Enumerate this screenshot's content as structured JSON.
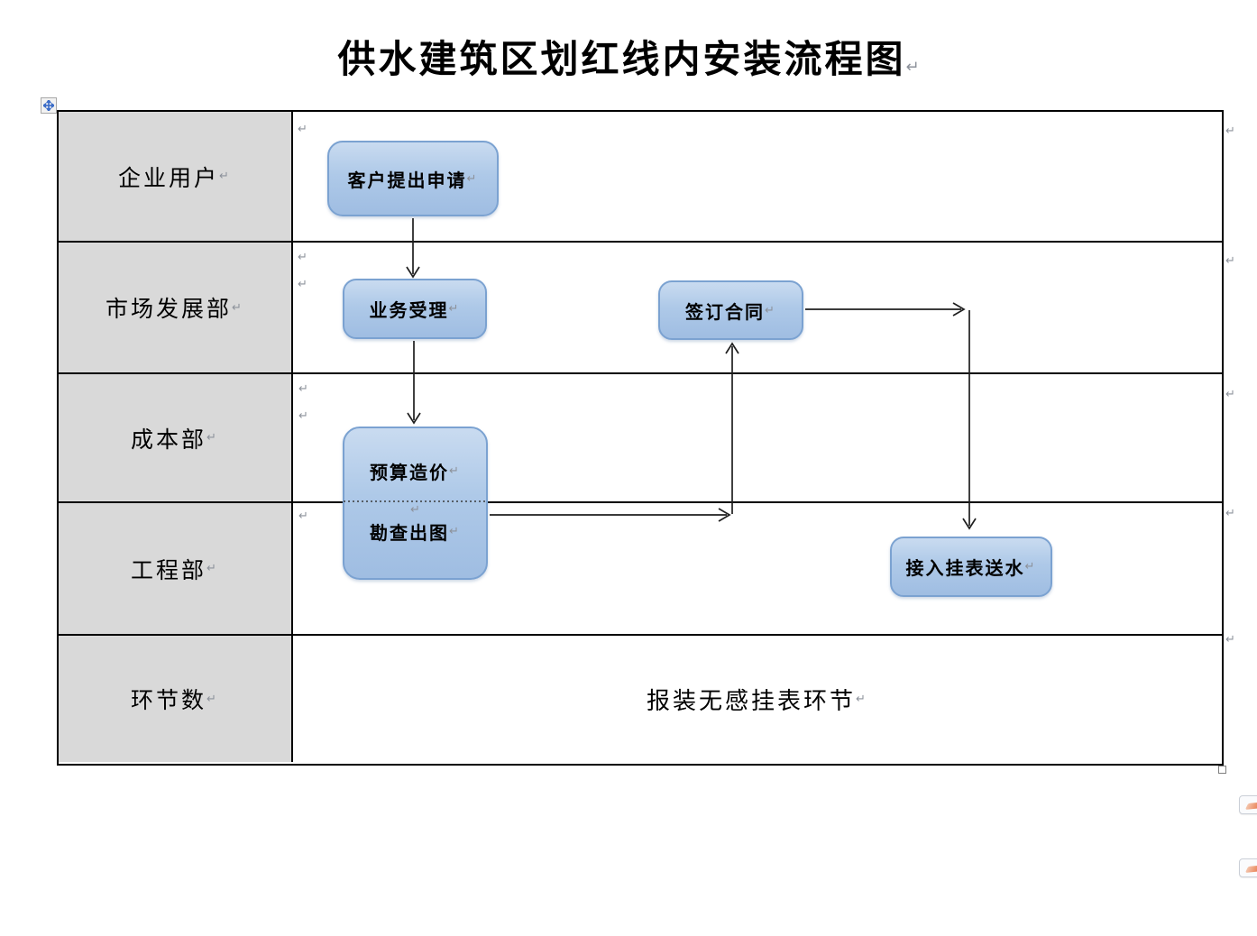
{
  "title": {
    "text": "供水建筑区划红线内安装流程图"
  },
  "marks": {
    "pilcrow": "↵"
  },
  "colors": {
    "lane_label_bg": "#d9d9d9",
    "table_border": "#000000",
    "node_fill_top": "#c9dbf0",
    "node_fill_bottom": "#9fbde2",
    "node_border": "#7ba2d1",
    "arrow": "#1f1f1f",
    "pilcrow": "#8d929b",
    "move_handle_arrow": "#3b6cc7",
    "smart_tag_accent": "#e4581f"
  },
  "lanes": [
    {
      "label": "企业用户"
    },
    {
      "label": "市场发展部"
    },
    {
      "label": "成本部"
    },
    {
      "label": "工程部"
    },
    {
      "label": "环节数"
    }
  ],
  "nodes": {
    "apply": {
      "label": "客户提出申请"
    },
    "accept": {
      "label": "业务受理"
    },
    "contract": {
      "label": "签订合同"
    },
    "budget": {
      "label": "预算造价"
    },
    "survey": {
      "label": "勘查出图"
    },
    "meter": {
      "label": "接入挂表送水"
    }
  },
  "footer": {
    "text": "报装无感挂表环节"
  },
  "flow": {
    "edges": [
      {
        "from": "客户提出申请",
        "to": "业务受理"
      },
      {
        "from": "业务受理",
        "to": "预算造价"
      },
      {
        "from": "勘查出图",
        "to": "签订合同"
      },
      {
        "from": "签订合同",
        "to": "接入挂表送水"
      }
    ]
  }
}
